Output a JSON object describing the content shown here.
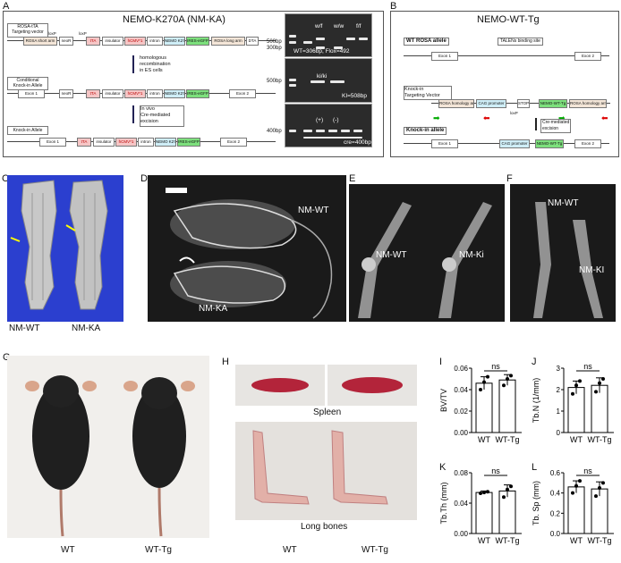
{
  "panels": {
    "A": "A",
    "B": "B",
    "C": "C",
    "D": "D",
    "E": "E",
    "F": "F",
    "G": "G",
    "H": "H",
    "I": "I",
    "J": "J",
    "K": "K",
    "L": "L"
  },
  "panelA": {
    "title": "NEMO-K270A (NM-KA)",
    "targeting_label": "ROSA-tTA\nTargeting vector",
    "conditional_label": "Conditional\nKnock-in Allele",
    "knockin_label": "Knock-in Allele",
    "step1": "homologous\nrecombination\nin ES cells",
    "step2": "In vivo\nCre-mediated\nexcision",
    "loxp": "loxP",
    "vector_segments": [
      "ROSA short arm",
      "neoR",
      "tTA",
      "insulator",
      "hCMV*1",
      "intron",
      "NEMO K270A",
      "IRES-eGFP",
      "ROSA long arm",
      "DTA"
    ],
    "conditional_segments": [
      "Exon 1",
      "neoR",
      "tTA",
      "insulator",
      "hCMV*1",
      "intron",
      "NEMO K270A",
      "IRES-eGFP",
      "Exon 2"
    ],
    "knockin_segments": [
      "Exon 1",
      "tTA",
      "insulator",
      "hCMV*1",
      "intron",
      "NEMO K270A",
      "IRES-eGFP",
      "Exon 2"
    ],
    "gel1_lanes": [
      "w/f",
      "w/w",
      "f/f"
    ],
    "gel1_markers": [
      "500bp",
      "300bp"
    ],
    "gel1_caption": "WT=306bp, Flox=492",
    "gel2_lane": "ki/ki",
    "gel2_marker": "500bp",
    "gel2_caption": "KI=508bp",
    "gel3_lanes": [
      "(+)",
      "(-)"
    ],
    "gel3_marker": "400bp",
    "gel3_caption": "cre=400bp"
  },
  "panelB": {
    "title": "NEMO-WT-Tg",
    "wt_allele": "WT ROSA allele",
    "talens": "TALENs binding site",
    "exon1": "Exon 1",
    "exon2": "Exon 2",
    "targeting": "Knock-in\nTargeting Vector",
    "segments": [
      "ROSA homology arm",
      "CAG promoter",
      "STOP",
      "NEMO-WT-Tg",
      "ROSA homology arm"
    ],
    "loxp": "loxP",
    "cre_note": "Cre-mediated\nexcision",
    "knockin": "Knock-in allele",
    "ki_segments": [
      "Exon 1",
      "CAG promoter",
      "NEMO-WT-Tg",
      "Exon 2"
    ]
  },
  "panelC": {
    "labels": [
      "NM-WT",
      "NM-KA"
    ]
  },
  "panelD": {
    "labels": [
      "NM-WT",
      "NM-KA"
    ]
  },
  "panelE": {
    "labels": [
      "NM-WT",
      "NM-Ki"
    ]
  },
  "panelF": {
    "labels": [
      "NM-WT",
      "NM-KI"
    ]
  },
  "panelG": {
    "labels": [
      "WT",
      "WT-Tg"
    ]
  },
  "panelH": {
    "spleen": "Spleen",
    "bones": "Long bones",
    "labels": [
      "WT",
      "WT-Tg"
    ]
  },
  "chart_data": [
    {
      "type": "bar",
      "id": "I",
      "categories": [
        "WT",
        "WT-Tg"
      ],
      "values": [
        0.046,
        0.049
      ],
      "errors": [
        0.006,
        0.005
      ],
      "points": [
        [
          0.04,
          0.047,
          0.052
        ],
        [
          0.044,
          0.05,
          0.053
        ]
      ],
      "ylabel": "BV/TV",
      "ylim": [
        0,
        0.06
      ],
      "yticks": [
        0.0,
        0.02,
        0.04,
        0.06
      ],
      "ytick_labels": [
        "0.00",
        "0.02",
        "0.04",
        "0.06"
      ],
      "annotation": "ns"
    },
    {
      "type": "bar",
      "id": "J",
      "categories": [
        "WT",
        "WT-Tg"
      ],
      "values": [
        2.1,
        2.2
      ],
      "errors": [
        0.3,
        0.35
      ],
      "points": [
        [
          1.8,
          2.2,
          2.4
        ],
        [
          1.9,
          2.3,
          2.5
        ]
      ],
      "ylabel": "Tb.N (1/mm)",
      "ylim": [
        0,
        3
      ],
      "yticks": [
        0,
        1,
        2,
        3
      ],
      "ytick_labels": [
        "0",
        "1",
        "2",
        "3"
      ],
      "annotation": "ns"
    },
    {
      "type": "bar",
      "id": "K",
      "categories": [
        "WT",
        "WT-Tg"
      ],
      "values": [
        0.054,
        0.056
      ],
      "errors": [
        0.002,
        0.008
      ],
      "points": [
        [
          0.053,
          0.054,
          0.055
        ],
        [
          0.048,
          0.058,
          0.062
        ]
      ],
      "ylabel": "Tb.Th (mm)",
      "ylim": [
        0,
        0.08
      ],
      "yticks": [
        0.0,
        0.04,
        0.08
      ],
      "ytick_labels": [
        "0.00",
        "0.04",
        "0.08"
      ],
      "annotation": "ns"
    },
    {
      "type": "bar",
      "id": "L",
      "categories": [
        "WT",
        "WT-Tg"
      ],
      "values": [
        0.46,
        0.44
      ],
      "errors": [
        0.06,
        0.07
      ],
      "points": [
        [
          0.4,
          0.47,
          0.52
        ],
        [
          0.37,
          0.45,
          0.5
        ]
      ],
      "ylabel": "Tb. Sp (mm)",
      "ylim": [
        0,
        0.6
      ],
      "yticks": [
        0.0,
        0.2,
        0.4,
        0.6
      ],
      "ytick_labels": [
        "0.0",
        "0.2",
        "0.4",
        "0.6"
      ],
      "annotation": "ns"
    }
  ]
}
